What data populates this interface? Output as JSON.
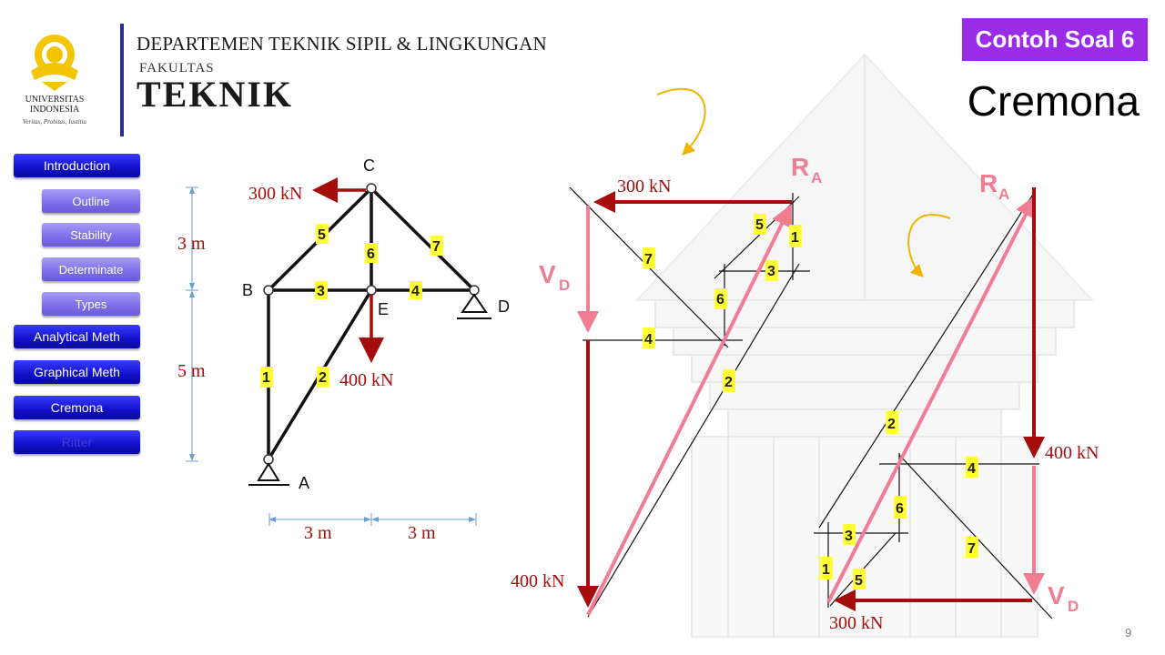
{
  "header": {
    "institution": "UNIVERSITAS INDONESIA",
    "institution_line1": "UNIVERSITAS",
    "institution_line2": "INDONESIA",
    "motto": "Veritas, Probitas, Iustitia",
    "department": "DEPARTEMEN TEKNIK SIPIL & LINGKUNGAN",
    "faculty_small": "FAKULTAS",
    "faculty_big": "TEKNIK",
    "badge": "Contoh Soal 6",
    "subtitle": "Cremona"
  },
  "nav": {
    "items": [
      {
        "label": "Introduction",
        "level": "main"
      },
      {
        "label": "Outline",
        "level": "sub"
      },
      {
        "label": "Stability",
        "level": "sub"
      },
      {
        "label": "Determinate",
        "level": "sub"
      },
      {
        "label": "Types",
        "level": "sub"
      },
      {
        "label": "Analytical Meth",
        "level": "main"
      },
      {
        "label": "Graphical Meth",
        "level": "main"
      },
      {
        "label": "Cremona",
        "level": "main"
      },
      {
        "label": "Ritter",
        "level": "main"
      }
    ]
  },
  "truss": {
    "nodes": {
      "A": "A",
      "B": "B",
      "C": "C",
      "D": "D",
      "E": "E"
    },
    "members": [
      "1",
      "2",
      "3",
      "4",
      "5",
      "6",
      "7"
    ],
    "loads": {
      "horizontal": "300 kN",
      "vertical": "400 kN"
    },
    "dims": {
      "h_top": "3 m",
      "h_bottom": "5 m",
      "w_left": "3 m",
      "w_right": "3 m"
    }
  },
  "cremona1": {
    "load_top": "300 kN",
    "load_bottom": "400 kN",
    "reaction_a": "R",
    "reaction_a_sub": "A",
    "reaction_d": "V",
    "reaction_d_sub": "D",
    "labels": [
      "1",
      "2",
      "3",
      "4",
      "5",
      "6",
      "7"
    ]
  },
  "cremona2": {
    "load_right": "400 kN",
    "load_bottom": "300 kN",
    "reaction_a": "R",
    "reaction_a_sub": "A",
    "reaction_d": "V",
    "reaction_d_sub": "D",
    "labels": [
      "1",
      "2",
      "3",
      "4",
      "5",
      "6",
      "7"
    ]
  },
  "page_number": "9",
  "colors": {
    "badge": "#9a2be6",
    "nav_main": "#1a1ae0",
    "nav_sub": "#7b6de8",
    "load_red": "#a50d0d",
    "reaction_pink": "#f07d92",
    "member_label_bg": "#ffff33",
    "logo_gold": "#f2c500"
  },
  "icons": [
    "university-crest-icon",
    "pin-support-icon",
    "roller-support-icon",
    "rotation-arrow-icon"
  ]
}
